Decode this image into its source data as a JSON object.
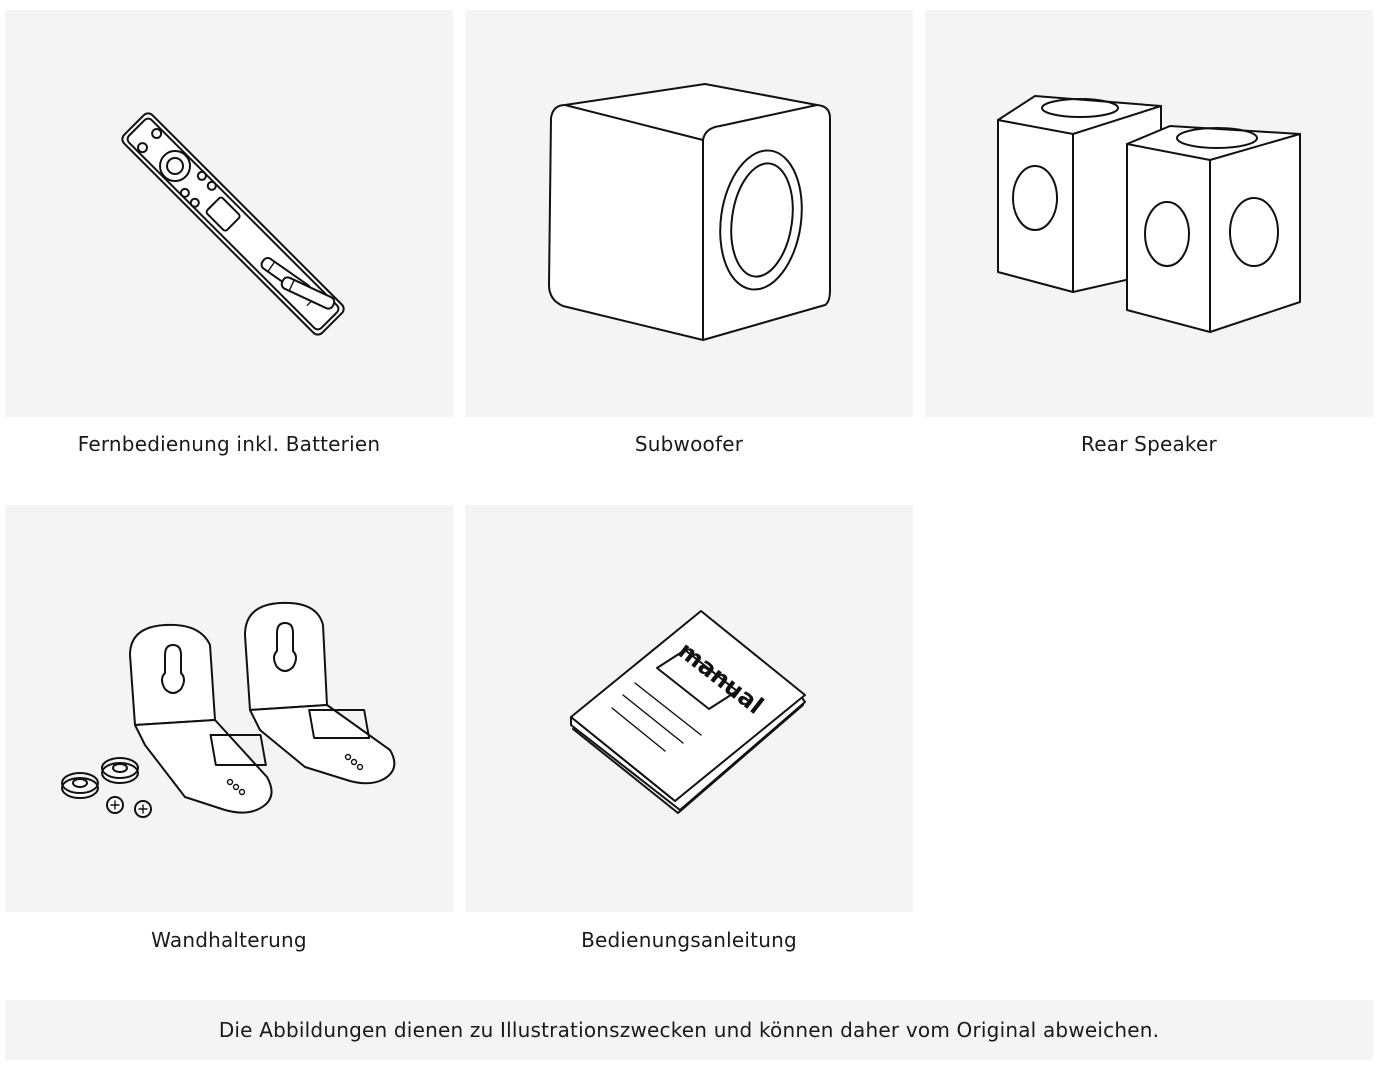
{
  "items": [
    {
      "label": "Fernbedienung inkl. Batterien",
      "icon": "remote-control-with-batteries-icon"
    },
    {
      "label": "Subwoofer",
      "icon": "subwoofer-icon"
    },
    {
      "label": "Rear Speaker",
      "icon": "rear-speakers-icon"
    },
    {
      "label": "Wandhalterung",
      "icon": "wall-mount-brackets-icon"
    },
    {
      "label": "Bedienungsanleitung",
      "icon": "manual-booklet-icon"
    }
  ],
  "manual_cover_text": "manual",
  "disclaimer": "Die Abbildungen dienen zu Illustrationszwecken und können daher vom Original abweichen."
}
